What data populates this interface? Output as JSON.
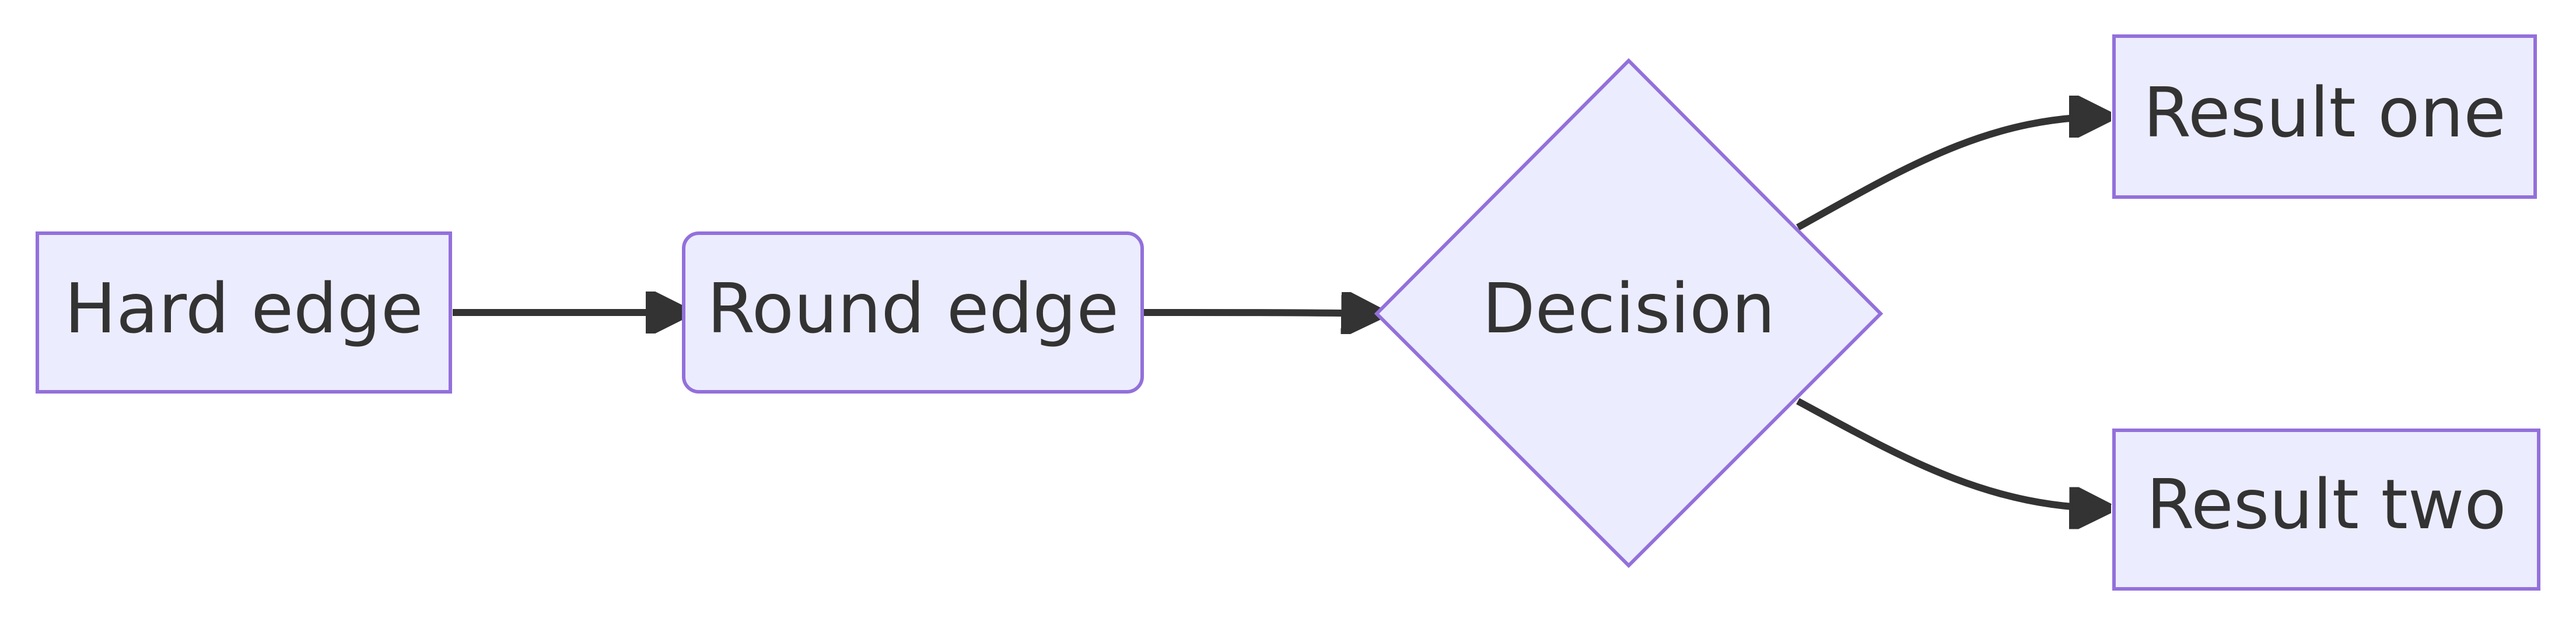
{
  "diagram": {
    "nodes": [
      {
        "id": "A",
        "label": "Hard edge",
        "shape": "rectangle"
      },
      {
        "id": "B",
        "label": "Round edge",
        "shape": "rounded-rectangle"
      },
      {
        "id": "C",
        "label": "Decision",
        "shape": "diamond"
      },
      {
        "id": "D",
        "label": "Result one",
        "shape": "rectangle"
      },
      {
        "id": "E",
        "label": "Result two",
        "shape": "rectangle"
      }
    ],
    "edges": [
      {
        "from": "A",
        "to": "B"
      },
      {
        "from": "B",
        "to": "C"
      },
      {
        "from": "C",
        "to": "D"
      },
      {
        "from": "C",
        "to": "E"
      }
    ],
    "colors": {
      "node_fill": "#ececff",
      "node_stroke": "#9370db",
      "edge": "#333333",
      "text": "#333333",
      "background": "#ffffff"
    }
  }
}
